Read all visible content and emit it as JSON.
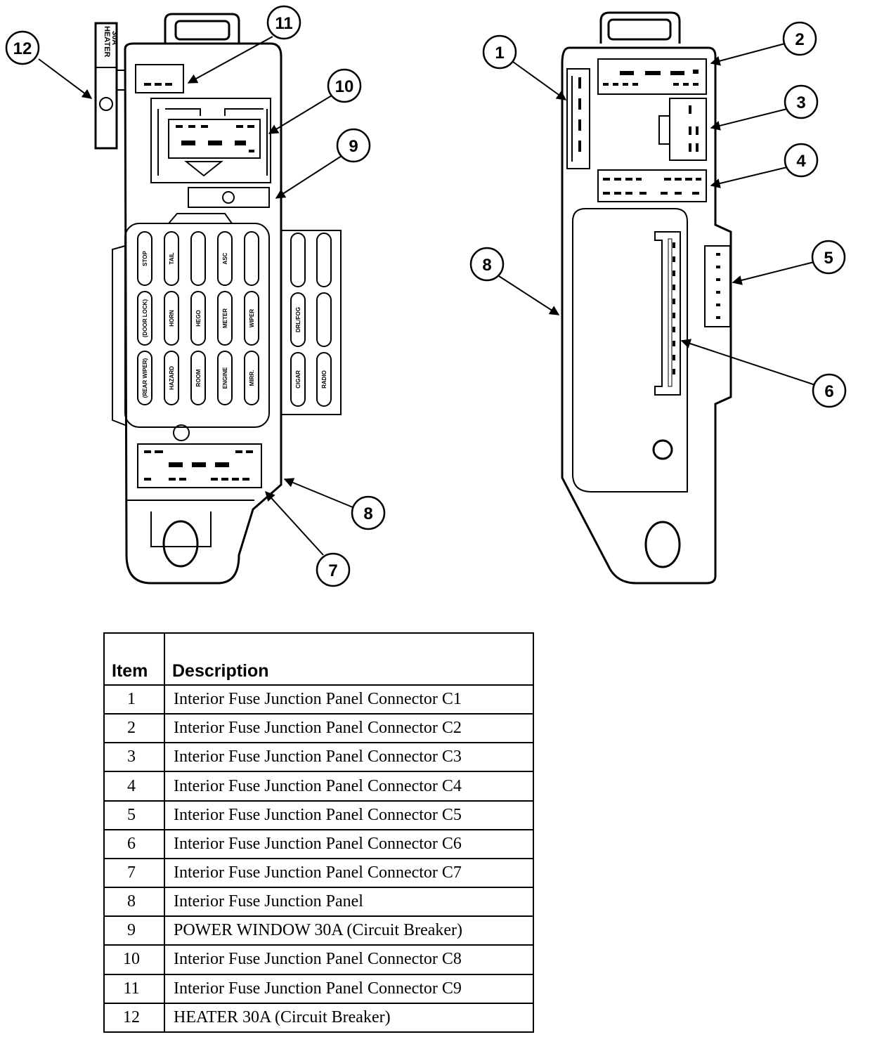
{
  "heater_label": {
    "line1": "HEATER",
    "line2": "30A"
  },
  "callouts_left": [
    "12",
    "11",
    "10",
    "9",
    "8",
    "7"
  ],
  "callouts_right": [
    "1",
    "2",
    "3",
    "4",
    "5",
    "8",
    "6"
  ],
  "fuses_main": [
    [
      "STOP",
      "TAIL",
      "",
      "ASC",
      ""
    ],
    [
      "(DOOR LOCK)",
      "HORN",
      "HEGO",
      "METER",
      "WIPER"
    ],
    [
      "(REAR WIPER)",
      "HAZARD",
      "ROOM",
      "ENGINE",
      "MIRR."
    ]
  ],
  "fuses_side": [
    [
      "",
      ""
    ],
    [
      "DRL/FOG",
      ""
    ],
    [
      "CIGAR",
      "RADIO"
    ]
  ],
  "table": {
    "headers": {
      "item": "Item",
      "description": "Description"
    },
    "rows": [
      {
        "item": "1",
        "description": "Interior Fuse Junction Panel Connector C1"
      },
      {
        "item": "2",
        "description": "Interior Fuse Junction Panel Connector C2"
      },
      {
        "item": "3",
        "description": "Interior Fuse Junction Panel Connector C3"
      },
      {
        "item": "4",
        "description": "Interior Fuse Junction Panel Connector C4"
      },
      {
        "item": "5",
        "description": "Interior Fuse Junction Panel Connector C5"
      },
      {
        "item": "6",
        "description": "Interior Fuse Junction Panel Connector C6"
      },
      {
        "item": "7",
        "description": "Interior Fuse Junction Panel Connector C7"
      },
      {
        "item": "8",
        "description": "Interior Fuse Junction Panel"
      },
      {
        "item": "9",
        "description": "POWER WINDOW 30A (Circuit Breaker)"
      },
      {
        "item": "10",
        "description": "Interior Fuse Junction Panel Connector C8"
      },
      {
        "item": "11",
        "description": "Interior Fuse Junction Panel Connector C9"
      },
      {
        "item": "12",
        "description": "HEATER 30A (Circuit Breaker)"
      }
    ]
  }
}
